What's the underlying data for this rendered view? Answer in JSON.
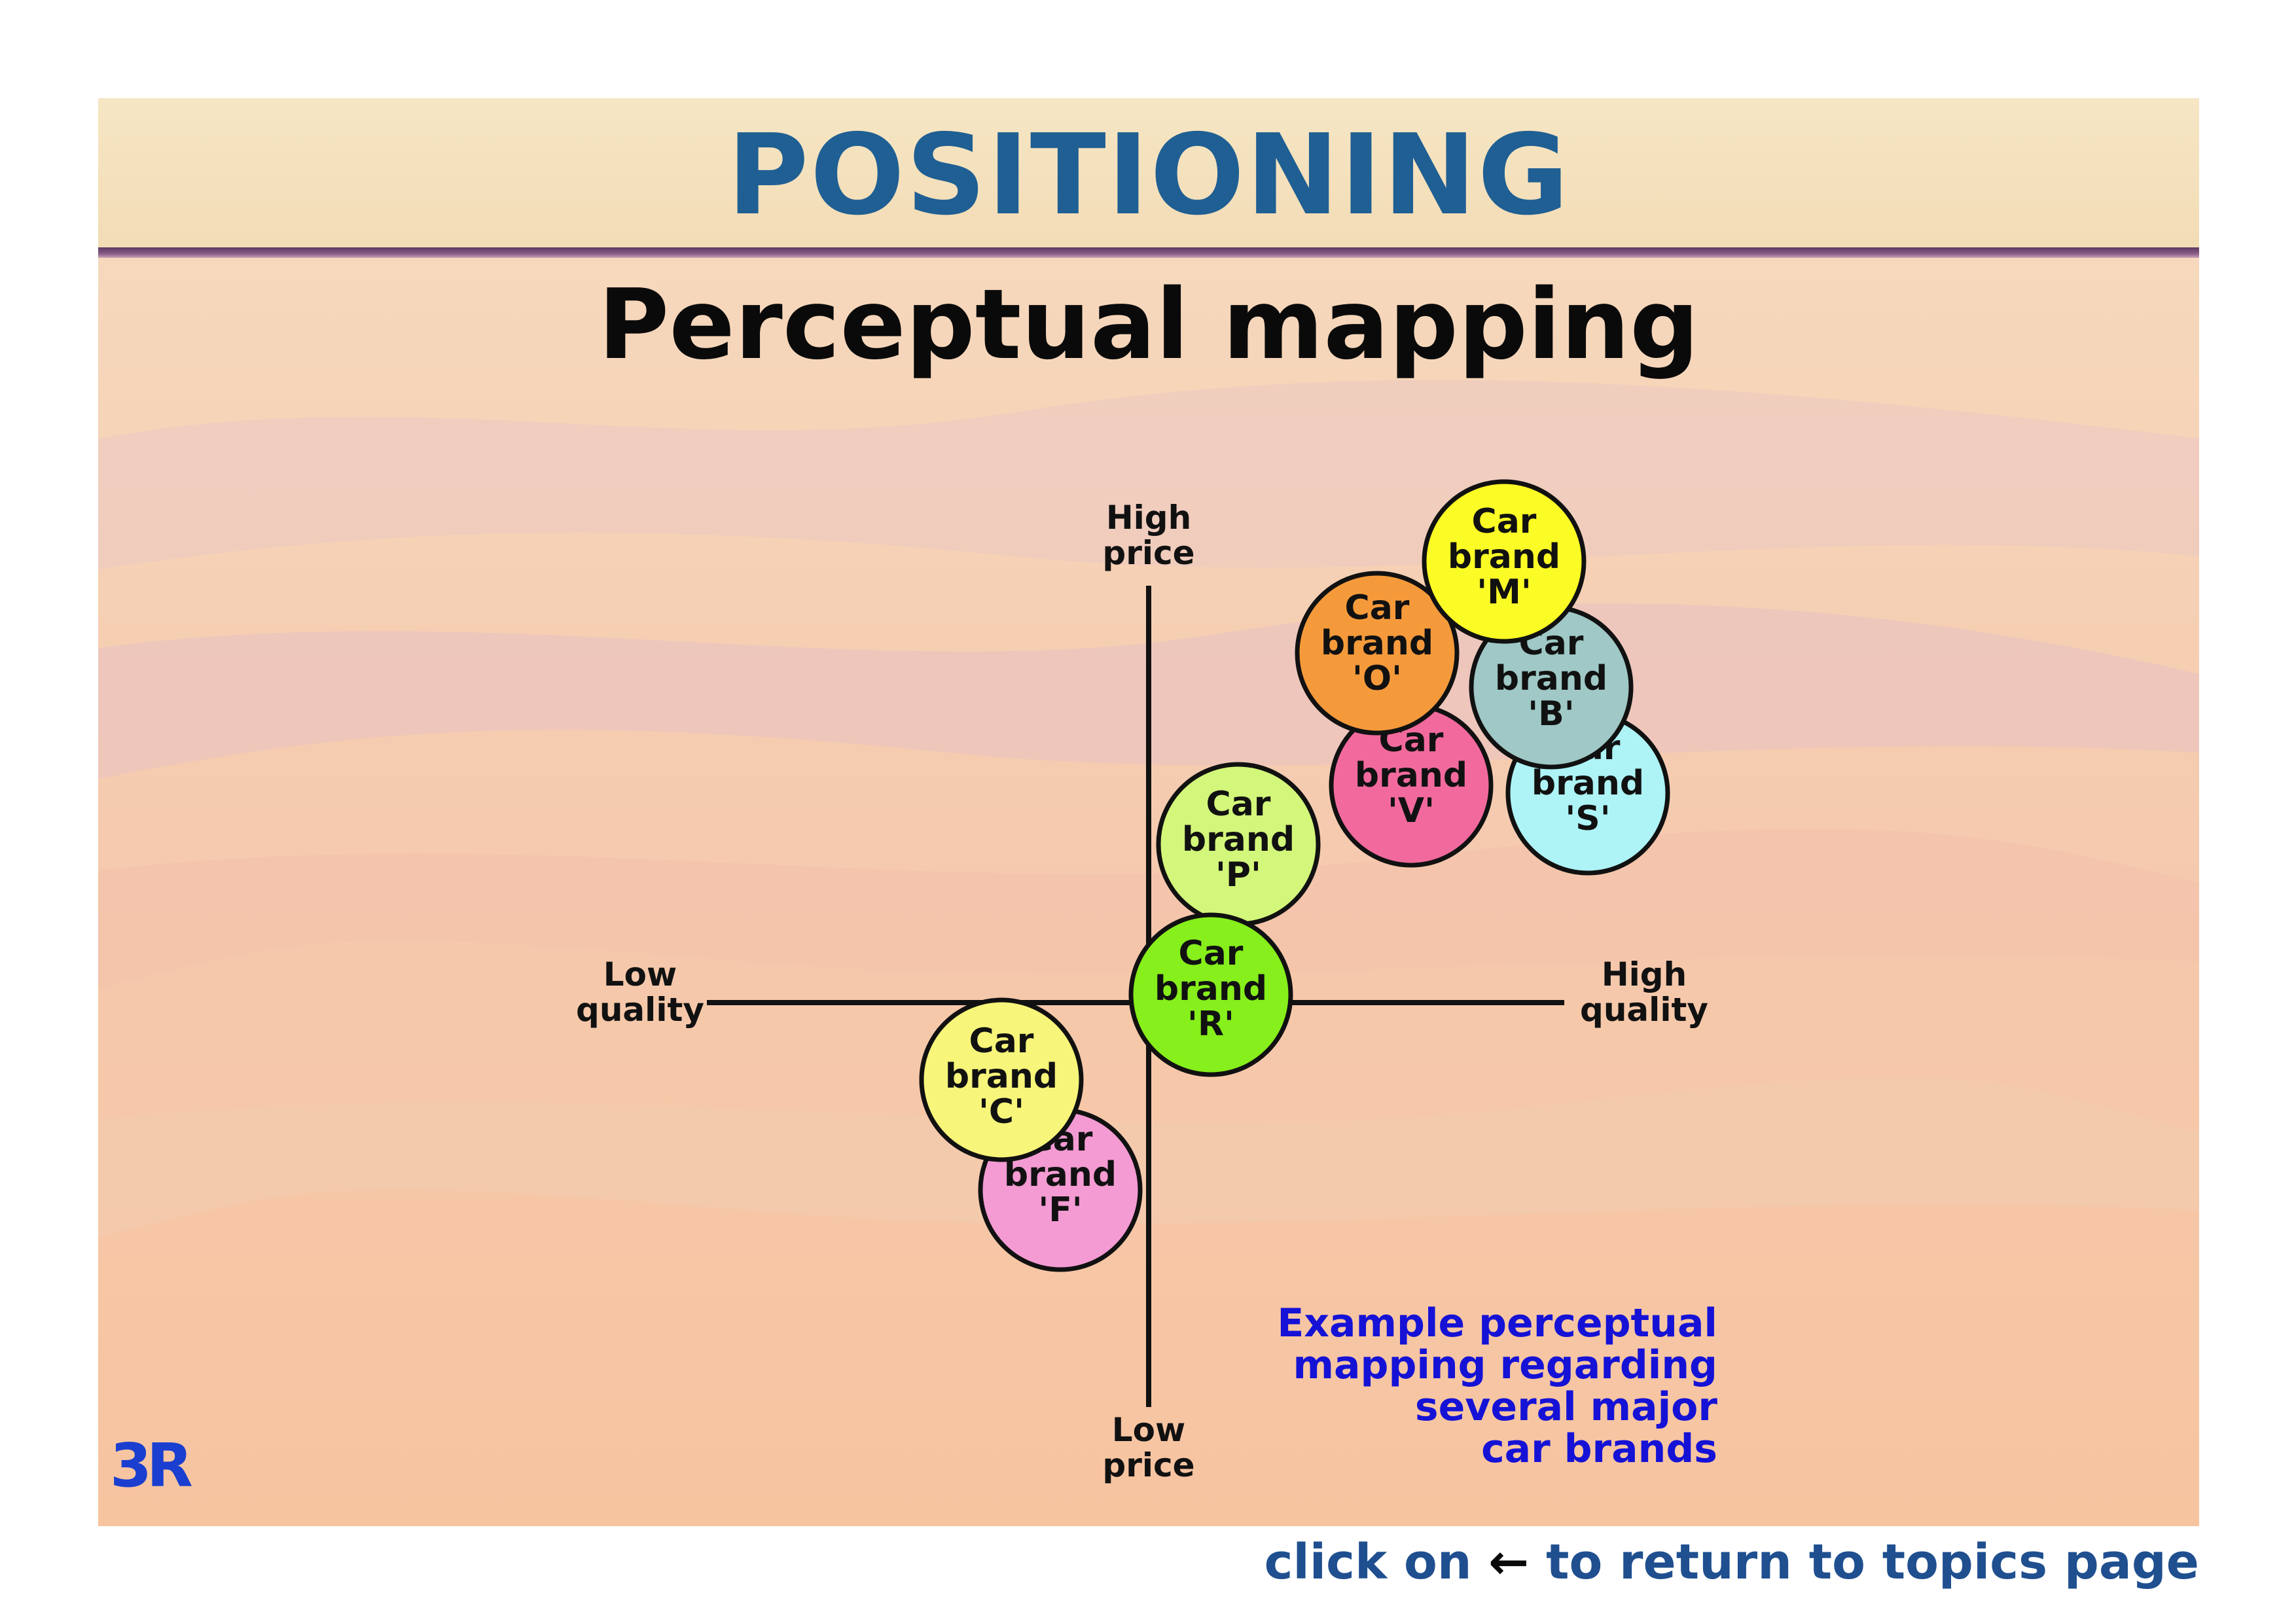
{
  "title": "POSITIONING",
  "subtitle": "Perceptual mapping",
  "axes": {
    "top": [
      "High",
      "price"
    ],
    "bottom": [
      "Low",
      "price"
    ],
    "left": [
      "Low",
      "quality"
    ],
    "right": [
      "High",
      "quality"
    ]
  },
  "brands": [
    {
      "lines": [
        "Car",
        "brand",
        "'S'"
      ],
      "color": "#aef3f6"
    },
    {
      "lines": [
        "Car",
        "brand",
        "'V'"
      ],
      "color": "#f26a9d"
    },
    {
      "lines": [
        "Car",
        "brand",
        "'B'"
      ],
      "color": "#9fc8c6"
    },
    {
      "lines": [
        "Car",
        "brand",
        "'O'"
      ],
      "color": "#f59a3b"
    },
    {
      "lines": [
        "Car",
        "brand",
        "'M'"
      ],
      "color": "#fbfb26"
    },
    {
      "lines": [
        "Car",
        "brand",
        "'P'"
      ],
      "color": "#d3f77a"
    },
    {
      "lines": [
        "Car",
        "brand",
        "'R'"
      ],
      "color": "#86ef1c"
    },
    {
      "lines": [
        "Car",
        "brand",
        "'F'"
      ],
      "color": "#f49bd3"
    },
    {
      "lines": [
        "Car",
        "brand",
        "'C'"
      ],
      "color": "#f7f57a"
    }
  ],
  "note": [
    "Example perceptual",
    "mapping regarding",
    "several major",
    "car brands"
  ],
  "logo": "3R",
  "footer": {
    "before": "click on",
    "arrow": "←",
    "after": "to return to topics page"
  },
  "colors": {
    "title": "#1f5f93",
    "note": "#1512d6",
    "footer": "#1f4f8f",
    "logo": "#1a3fd0"
  }
}
